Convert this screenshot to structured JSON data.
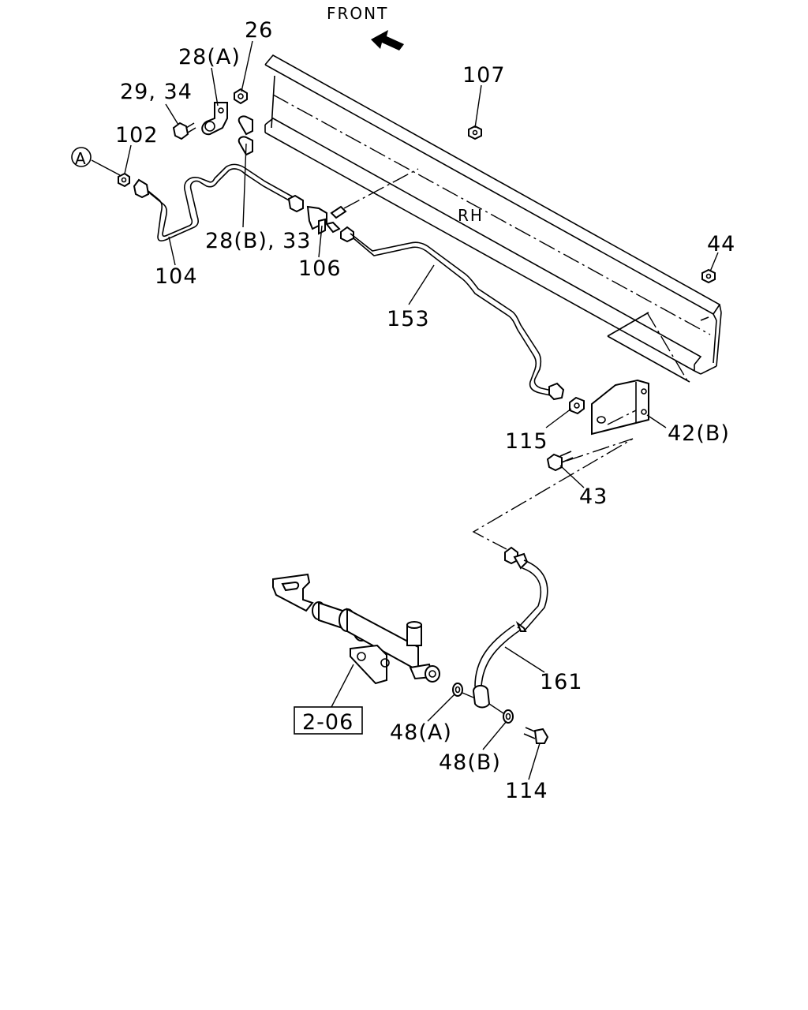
{
  "diagram": {
    "orientation": {
      "text": "FRONT",
      "icon": "arrow-left-icon"
    },
    "frame_label": "RH",
    "section_ref": "2-06",
    "callout": "A",
    "part_labels": {
      "p26": "26",
      "p28a": "28(A)",
      "p2934": "29, 34",
      "p102": "102",
      "p104": "104",
      "p28b33": "28(B), 33",
      "p106": "106",
      "p107": "107",
      "p153": "153",
      "p44": "44",
      "p115": "115",
      "p42b": "42(B)",
      "p43": "43",
      "p161": "161",
      "p48a": "48(A)",
      "p48b": "48(B)",
      "p114": "114"
    }
  }
}
